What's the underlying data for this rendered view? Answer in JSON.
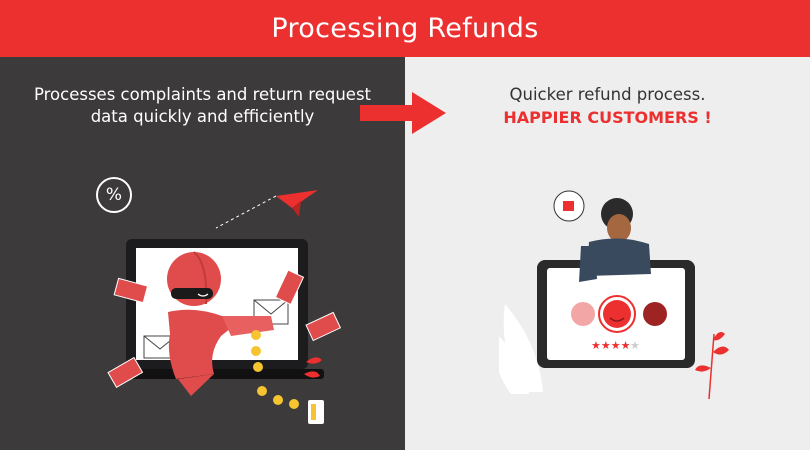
{
  "header": {
    "title": "Processing Refunds"
  },
  "left": {
    "line1": "Processes complaints and return request",
    "line2": "data quickly and efficiently",
    "percent_symbol": "%"
  },
  "right": {
    "line1": "Quicker refund process.",
    "line2": "HAPPIER CUSTOMERS !"
  },
  "colors": {
    "accent": "#ec2f2f",
    "dark_panel": "#3c3a3b",
    "light_panel": "#eeeeee",
    "coin": "#f6c431"
  },
  "icons": [
    "arrow-right-icon",
    "percent-icon",
    "robot-icon",
    "laptop-icon",
    "money-bill-icon",
    "envelope-icon",
    "paper-plane-icon",
    "coin-icon",
    "card-icon",
    "tablet-icon",
    "thumbs-up-icon",
    "emoji-face-icon",
    "star-icon",
    "plant-icon",
    "person-icon"
  ]
}
